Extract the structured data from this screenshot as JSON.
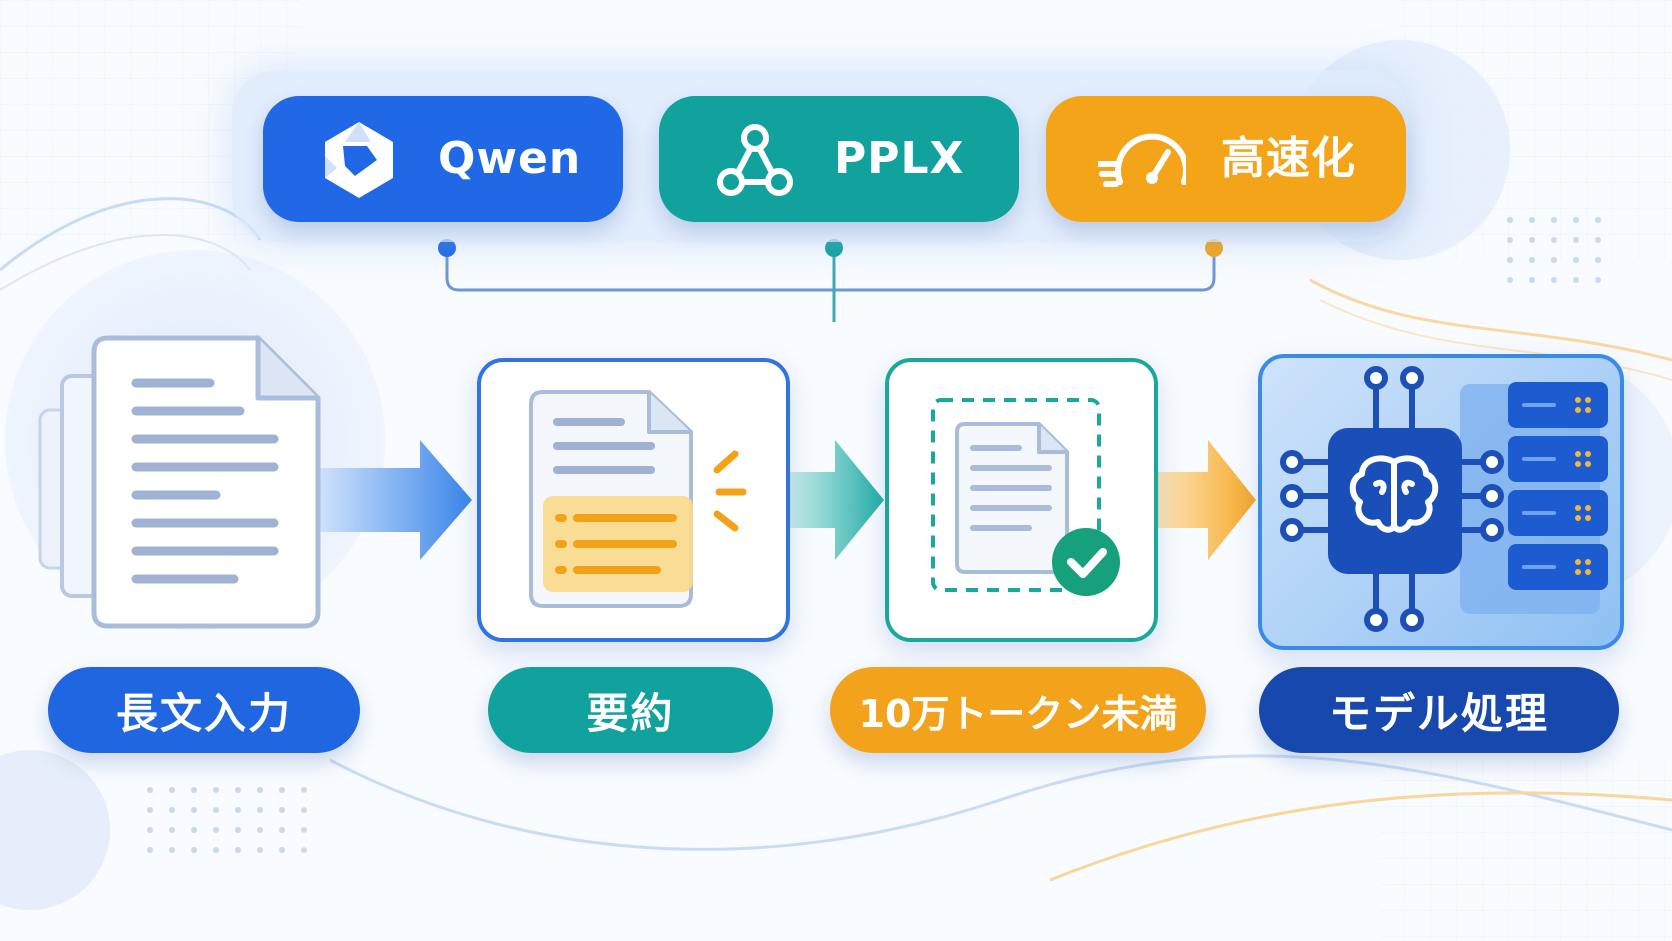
{
  "top_chips": [
    {
      "label": "Qwen",
      "icon": "qwen-logo-icon",
      "color": "#2168e6"
    },
    {
      "label": "PPLX",
      "icon": "network-nodes-icon",
      "color": "#12a29e"
    },
    {
      "label": "高速化",
      "icon": "speedometer-icon",
      "color": "#f4a418"
    }
  ],
  "steps": [
    {
      "label": "長文入力",
      "icon": "document-stack-icon",
      "color": "#1f66e0"
    },
    {
      "label": "要約",
      "icon": "summary-document-icon",
      "color": "#12a29e"
    },
    {
      "label": "10万トークン未満",
      "icon": "token-check-document-icon",
      "color": "#f3a21b"
    },
    {
      "label": "モデル処理",
      "icon": "ai-brain-chip-server-icon",
      "color": "#1748ae"
    }
  ]
}
